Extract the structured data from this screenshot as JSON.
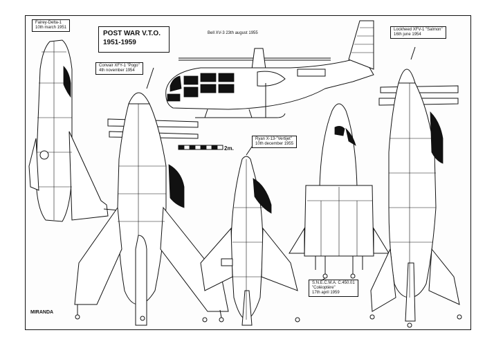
{
  "sheet": {
    "title_line1": "POST WAR V.T.O.",
    "title_line2": "1951-1959",
    "scale_label": "2m.",
    "logo_text": "MIRANDA"
  },
  "aircraft": [
    {
      "name": "Fairey-Delta-1",
      "date": "10th march 1951"
    },
    {
      "name": "Bell XV-3 23th august 1955"
    },
    {
      "name": "Convair XFY-1 \"Pogo\"",
      "date": "4th november 1954"
    },
    {
      "name": "Ryan X-13-\"Vertijet\"",
      "date": "10th december 1955"
    },
    {
      "name": "S.N.E.C.M.A. C.450.01",
      "nickname": "\"Coléoptère\"",
      "date": "17th april 1959"
    },
    {
      "name": "Lockheed XFV-1 \"Salmon\"",
      "date": "16th june 1954"
    }
  ]
}
